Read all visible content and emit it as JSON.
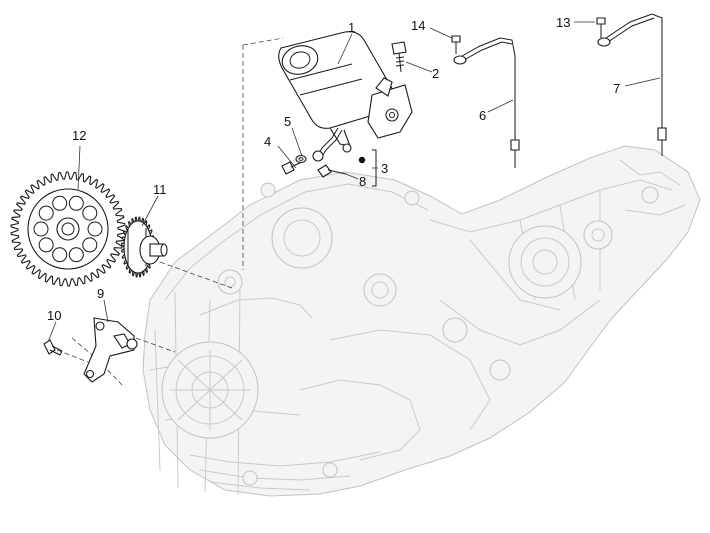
{
  "callouts": [
    {
      "id": "p1",
      "label": "1"
    },
    {
      "id": "p2",
      "label": "2"
    },
    {
      "id": "p3",
      "label": "3"
    },
    {
      "id": "p4",
      "label": "4"
    },
    {
      "id": "p5",
      "label": "5"
    },
    {
      "id": "p6",
      "label": "6"
    },
    {
      "id": "p7",
      "label": "7"
    },
    {
      "id": "p8",
      "label": "8"
    },
    {
      "id": "p9",
      "label": "9"
    },
    {
      "id": "p10",
      "label": "10"
    },
    {
      "id": "p11",
      "label": "11"
    },
    {
      "id": "p12",
      "label": "12"
    },
    {
      "id": "p13",
      "label": "13"
    },
    {
      "id": "p14",
      "label": "14"
    }
  ]
}
